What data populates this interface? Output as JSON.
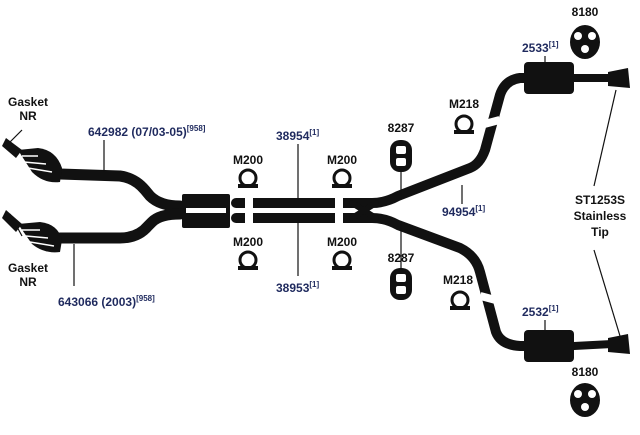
{
  "labels": {
    "gasket_top": [
      "Gasket",
      "NR"
    ],
    "gasket_bottom": [
      "Gasket",
      "NR"
    ],
    "part_642982": {
      "main": "642982 (07/03-05)",
      "sup": "[958]"
    },
    "part_643066": {
      "main": "643066 (2003)",
      "sup": "[958]"
    },
    "part_38954": {
      "main": "38954",
      "sup": "[1]"
    },
    "part_38953": {
      "main": "38953",
      "sup": "[1]"
    },
    "clamp_m200": "M200",
    "hanger_8287": "8287",
    "clamp_m218": "M218",
    "part_94954": {
      "main": "94954",
      "sup": "[1]"
    },
    "part_2533": {
      "main": "2533",
      "sup": "[1]"
    },
    "part_2532": {
      "main": "2532",
      "sup": "[1]"
    },
    "hanger_8180": "8180",
    "tip": [
      "ST1253S",
      "Stainless",
      "Tip"
    ]
  },
  "colors": {
    "pipe": "#111111",
    "part_number": "#1f2a5e",
    "text": "#111111"
  }
}
